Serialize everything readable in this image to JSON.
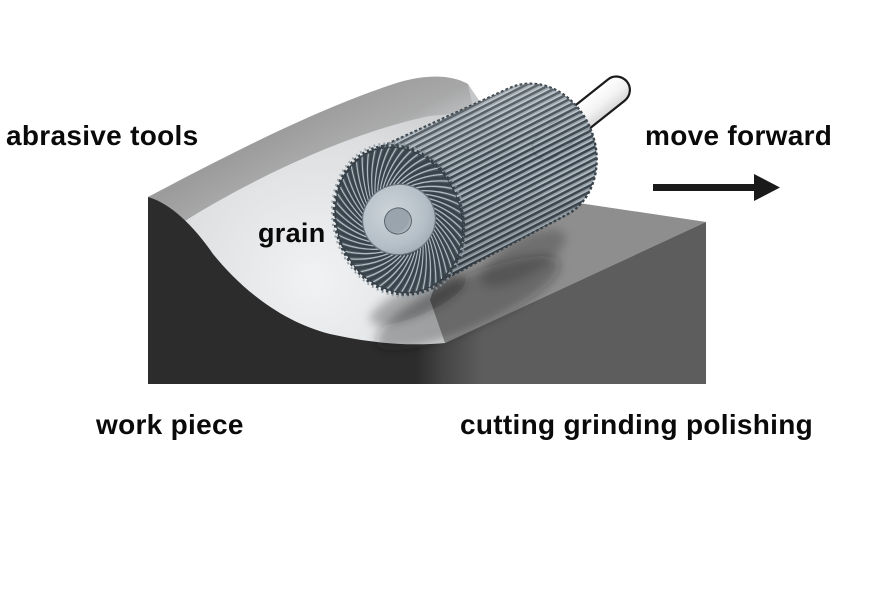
{
  "diagram": {
    "labels": {
      "abrasive_tools": "abrasive tools",
      "grain": "grain",
      "move_forward": "move forward",
      "work_piece": "work piece",
      "process_caption": "cutting grinding polishing"
    }
  },
  "colors": {
    "background": "#ffffff",
    "text": "#0a0a0a",
    "arrow": "#1a1a1a",
    "outline": "#1a1a1a",
    "workpiece_front_dark": "#2c2c2c",
    "workpiece_front_mid": "#454545",
    "workpiece_front_right": "#5d5d5d",
    "workpiece_top_right": "#8e8e8e",
    "workpiece_top_band": "#9c9c9c",
    "groove_bright": "#f1f2f3",
    "groove_light": "#dcdee0",
    "groove_edge": "#bfc1c3",
    "wheel_fin_dark": "#39434b",
    "wheel_fin_mid": "#8b97a0",
    "wheel_fin_light": "#b0bcc4",
    "wheel_face_base": "#4e585f",
    "wheel_hub": "#b5bfc7",
    "wheel_hub_light": "#cdd5da",
    "wheel_hub_edge": "#939ea6",
    "wheel_hole": "#99a4ac",
    "wheel_hole_light": "#c2cbd1",
    "shaft_hi": "#ffffff",
    "shaft_fill": "#f3f3f3",
    "shaft_lo": "#d7d7d7"
  }
}
